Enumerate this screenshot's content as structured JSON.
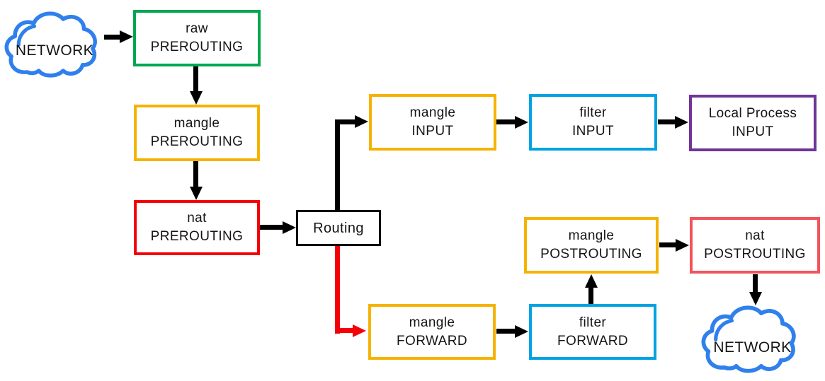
{
  "canvas": {
    "background": "#FFFFFF"
  },
  "nodes": {
    "network_in": {
      "label": "NETWORK",
      "color": "#2F80ED"
    },
    "raw_prerouting": {
      "line1": "raw",
      "line2": "PREROUTING",
      "color": "#00A651"
    },
    "mangle_prerouting": {
      "line1": "mangle",
      "line2": "PREROUTING",
      "color": "#F5B301"
    },
    "nat_prerouting": {
      "line1": "nat",
      "line2": "PREROUTING",
      "color": "#F40009"
    },
    "routing": {
      "label": "Routing",
      "color": "#000000"
    },
    "mangle_input": {
      "line1": "mangle",
      "line2": "INPUT",
      "color": "#F5B301"
    },
    "filter_input": {
      "line1": "filter",
      "line2": "INPUT",
      "color": "#00A3E2"
    },
    "local_process_input": {
      "line1": "Local Process",
      "line2": "INPUT",
      "color": "#6F3596"
    },
    "mangle_forward": {
      "line1": "mangle",
      "line2": "FORWARD",
      "color": "#F5B301"
    },
    "filter_forward": {
      "line1": "filter",
      "line2": "FORWARD",
      "color": "#00A3E2"
    },
    "mangle_postrouting": {
      "line1": "mangle",
      "line2": "POSTROUTING",
      "color": "#F5B301"
    },
    "nat_postrouting": {
      "line1": "nat",
      "line2": "POSTROUTING",
      "color": "#F2545B"
    },
    "network_out": {
      "label": "NETWORK",
      "color": "#2F80ED"
    }
  },
  "arrows": {
    "default_color": "#000000",
    "forward_branch_color": "#F40009",
    "connections": [
      {
        "from": "network_in",
        "to": "raw_prerouting",
        "color": "#000000"
      },
      {
        "from": "raw_prerouting",
        "to": "mangle_prerouting",
        "color": "#000000"
      },
      {
        "from": "mangle_prerouting",
        "to": "nat_prerouting",
        "color": "#000000"
      },
      {
        "from": "nat_prerouting",
        "to": "routing",
        "color": "#000000"
      },
      {
        "from": "routing",
        "to": "mangle_input",
        "color": "#000000"
      },
      {
        "from": "mangle_input",
        "to": "filter_input",
        "color": "#000000"
      },
      {
        "from": "filter_input",
        "to": "local_process_input",
        "color": "#000000"
      },
      {
        "from": "routing",
        "to": "mangle_forward",
        "color": "#F40009"
      },
      {
        "from": "mangle_forward",
        "to": "filter_forward",
        "color": "#000000"
      },
      {
        "from": "filter_forward",
        "to": "mangle_postrouting",
        "color": "#000000"
      },
      {
        "from": "mangle_postrouting",
        "to": "nat_postrouting",
        "color": "#000000"
      },
      {
        "from": "nat_postrouting",
        "to": "network_out",
        "color": "#000000"
      }
    ]
  }
}
